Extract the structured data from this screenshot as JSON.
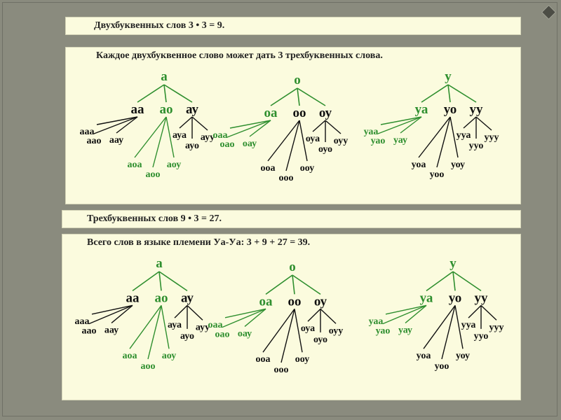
{
  "strips": {
    "two_letter_count": "Двухбуквенных слов 3 • 3 = 9.",
    "three_letter_count": "Трехбуквенных слов 9 • 3 = 27."
  },
  "panels": {
    "top_title": "Каждое двухбуквенное слово может дать 3 трехбуквенных слова.",
    "bottom_title": "Всего слов в языке племени Уа-Уа: 3 + 9 + 27 = 39."
  },
  "colors": {
    "green": "#2f8f2f",
    "black": "#111111"
  },
  "trees": [
    {
      "root": "а",
      "children": [
        {
          "label": "аа",
          "leaves": [
            "ааа",
            "аао",
            "аау"
          ]
        },
        {
          "label": "ао",
          "leaves": [
            "аоа",
            "аоо",
            "аоу"
          ]
        },
        {
          "label": "ау",
          "leaves": [
            "ауа",
            "ауо",
            "ауу"
          ]
        }
      ]
    },
    {
      "root": "о",
      "children": [
        {
          "label": "оа",
          "leaves": [
            "оаа",
            "оао",
            "оау"
          ]
        },
        {
          "label": "оо",
          "leaves": [
            "ооа",
            "ооо",
            "ооу"
          ]
        },
        {
          "label": "оу",
          "leaves": [
            "оуа",
            "оуо",
            "оуу"
          ]
        }
      ]
    },
    {
      "root": "у",
      "children": [
        {
          "label": "уа",
          "leaves": [
            "уаа",
            "уао",
            "уау"
          ]
        },
        {
          "label": "уо",
          "leaves": [
            "уоа",
            "уоо",
            "уоу"
          ]
        },
        {
          "label": "уу",
          "leaves": [
            "ууа",
            "ууо",
            "ууу"
          ]
        }
      ]
    }
  ]
}
